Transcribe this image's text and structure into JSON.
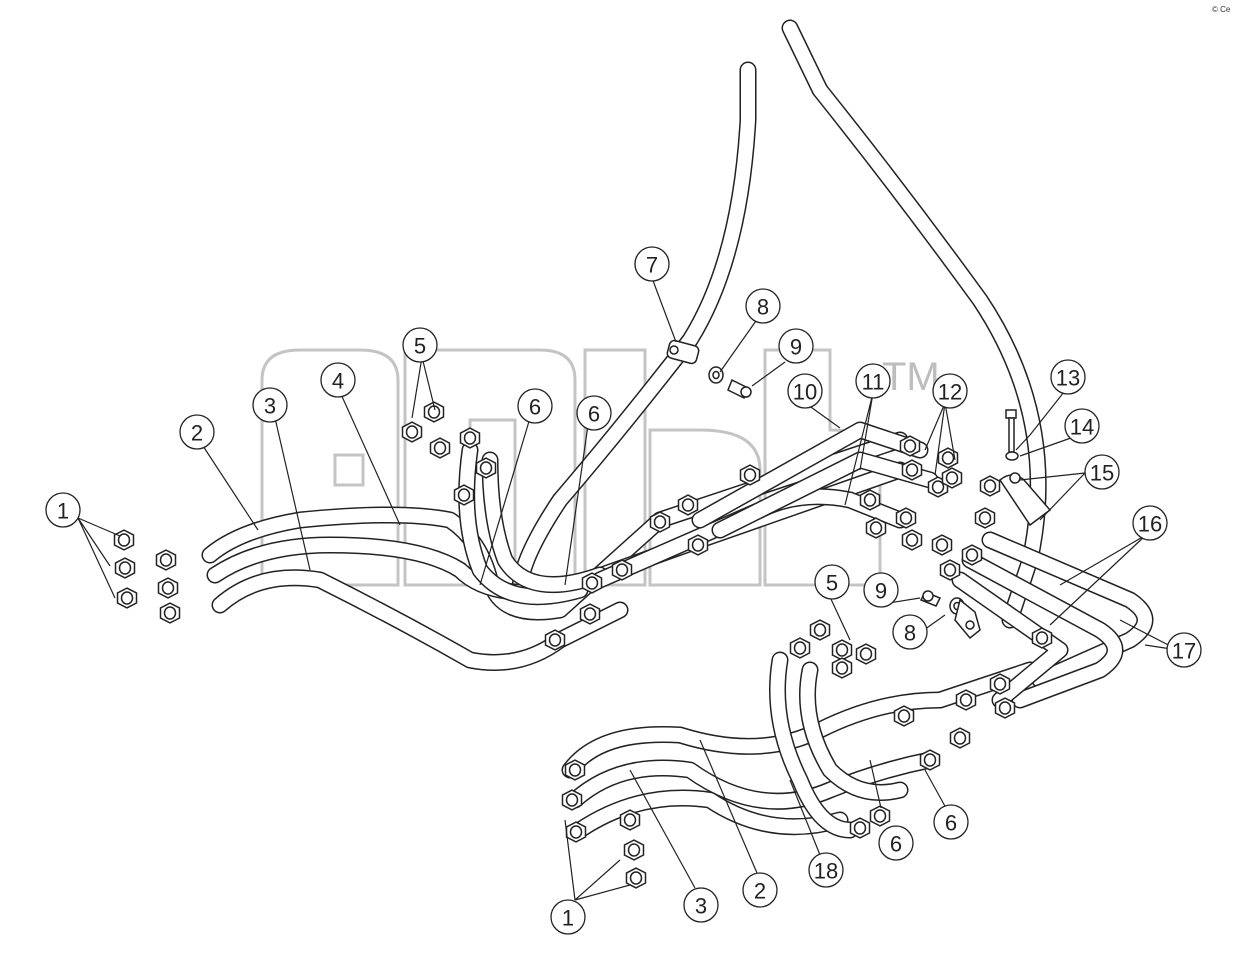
{
  "corner_mark": "© Сe",
  "watermark": {
    "brand": "agp",
    "trademark": "TM"
  },
  "callouts": [
    {
      "id": "c1a",
      "label": "1"
    },
    {
      "id": "c2a",
      "label": "2"
    },
    {
      "id": "c3a",
      "label": "3"
    },
    {
      "id": "c4",
      "label": "4"
    },
    {
      "id": "c5a",
      "label": "5"
    },
    {
      "id": "c6a",
      "label": "6"
    },
    {
      "id": "c6b",
      "label": "6"
    },
    {
      "id": "c7",
      "label": "7"
    },
    {
      "id": "c8a",
      "label": "8"
    },
    {
      "id": "c9a",
      "label": "9"
    },
    {
      "id": "c10",
      "label": "10"
    },
    {
      "id": "c11",
      "label": "11"
    },
    {
      "id": "c12",
      "label": "12"
    },
    {
      "id": "c13",
      "label": "13"
    },
    {
      "id": "c14",
      "label": "14"
    },
    {
      "id": "c15",
      "label": "15"
    },
    {
      "id": "c16",
      "label": "16"
    },
    {
      "id": "c17",
      "label": "17"
    },
    {
      "id": "c5b",
      "label": "5"
    },
    {
      "id": "c9b",
      "label": "9"
    },
    {
      "id": "c8b",
      "label": "8"
    },
    {
      "id": "c6c",
      "label": "6"
    },
    {
      "id": "c6d",
      "label": "6"
    },
    {
      "id": "c18",
      "label": "18"
    },
    {
      "id": "c2b",
      "label": "2"
    },
    {
      "id": "c3b",
      "label": "3"
    },
    {
      "id": "c1b",
      "label": "1"
    }
  ]
}
